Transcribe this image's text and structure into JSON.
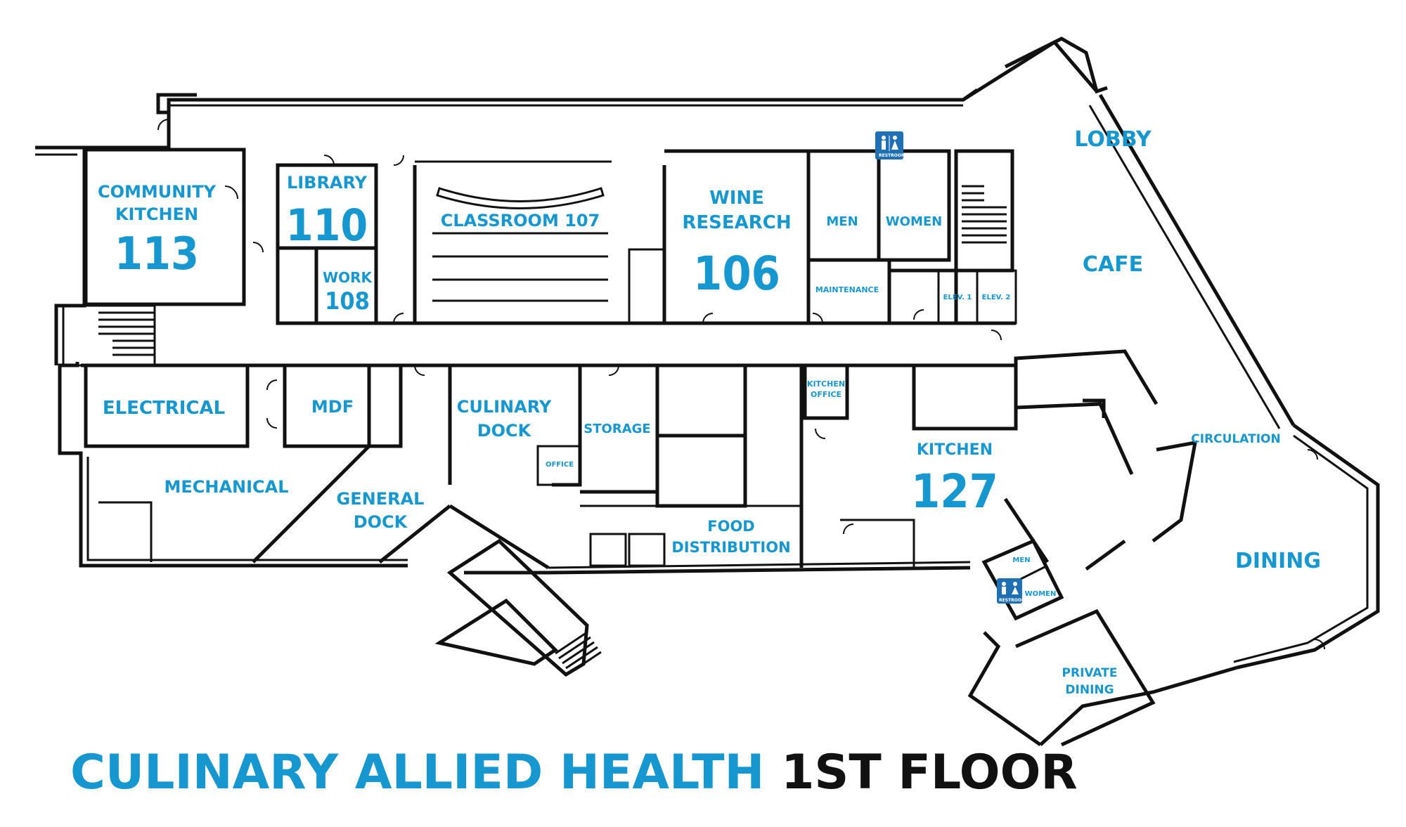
{
  "title": {
    "main": "CULINARY ALLIED HEALTH",
    "floor": "1ST FLOOR"
  },
  "rooms": {
    "community_kitchen": {
      "line1": "COMMUNITY",
      "line2": "KITCHEN",
      "number": "113"
    },
    "library": {
      "name": "LIBRARY",
      "number": "110"
    },
    "work": {
      "name": "WORK",
      "number": "108"
    },
    "classroom": {
      "name": "CLASSROOM 107"
    },
    "wine_research": {
      "line1": "WINE",
      "line2": "RESEARCH",
      "number": "106"
    },
    "men_upper": {
      "name": "MEN"
    },
    "women_upper": {
      "name": "WOMEN"
    },
    "maintenance": {
      "name": "MAINTENANCE"
    },
    "elev1": {
      "name": "ELEV. 1"
    },
    "elev2": {
      "name": "ELEV. 2"
    },
    "lobby": {
      "name": "LOBBY"
    },
    "cafe": {
      "name": "CAFE"
    },
    "electrical": {
      "name": "ELECTRICAL"
    },
    "mdf": {
      "name": "MDF"
    },
    "culinary_dock": {
      "line1": "CULINARY",
      "line2": "DOCK"
    },
    "storage": {
      "name": "STORAGE"
    },
    "office": {
      "name": "OFFICE"
    },
    "kitchen_office": {
      "line1": "KITCHEN",
      "line2": "OFFICE"
    },
    "kitchen": {
      "name": "KITCHEN",
      "number": "127"
    },
    "circulation": {
      "name": "CIRCULATION"
    },
    "mechanical": {
      "name": "MECHANICAL"
    },
    "general_dock": {
      "line1": "GENERAL",
      "line2": "DOCK"
    },
    "food_distribution": {
      "line1": "FOOD",
      "line2": "DISTRIBUTION"
    },
    "men_lower": {
      "name": "MEN"
    },
    "women_lower": {
      "name": "WOMEN"
    },
    "dining": {
      "name": "DINING"
    },
    "private_dining": {
      "line1": "PRIVATE",
      "line2": "DINING"
    }
  },
  "restroom_sign": {
    "label": "RESTROOM"
  },
  "colors": {
    "label_blue": "#1697cf",
    "wall": "#111111",
    "sign_blue": "#1f6fb4"
  },
  "icons": [
    "restroom-icon",
    "stair-icon",
    "door-swing-icon"
  ]
}
